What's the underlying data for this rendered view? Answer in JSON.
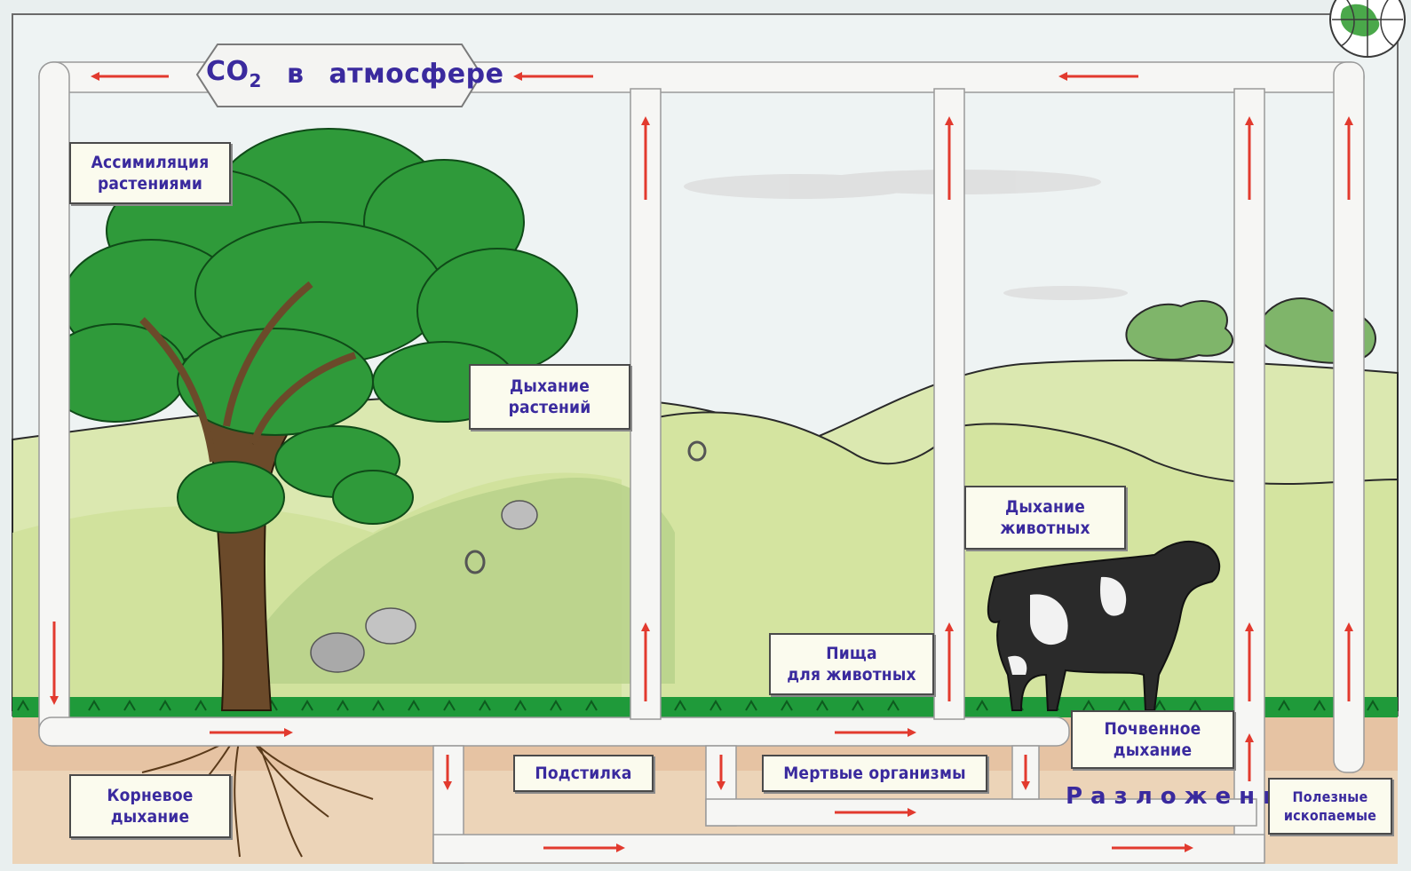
{
  "atmosphere": {
    "prefix": "CO",
    "subscript": "2",
    "in": "в",
    "place": "атмосфере"
  },
  "labels": {
    "assimilation": "Ассимиляция\nрастениями",
    "plant_respiration": "Дыхание\nрастений",
    "animal_respiration": "Дыхание\nживотных",
    "food_for_animals": "Пища\nдля  животных",
    "soil_respiration": "Почвенное\nдыхание",
    "root_respiration": "Корневое\nдыхание",
    "litter": "Подстилка",
    "dead_organisms": "Мертвые  организмы",
    "decomposition": "Разложение",
    "fossil_fuels": "Полезные\nископаемые"
  },
  "colors": {
    "sky": "#eef2f2",
    "flow_band": "#f5f5f3",
    "arrow": "#e23a2e",
    "label_text": "#3a2a9e",
    "hill": "#d7e6a8",
    "grass": "#1f9a3a",
    "soil": "#e8c9a8",
    "tree": "#2f9a3a"
  }
}
